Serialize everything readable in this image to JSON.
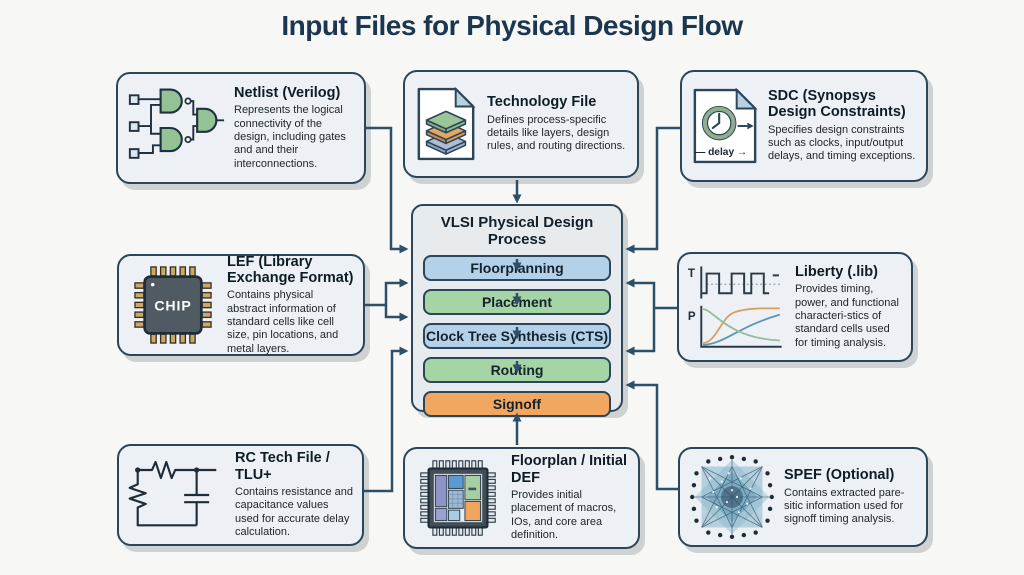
{
  "title": "Input Files for Physical Design Flow",
  "colors": {
    "border": "#2b4559",
    "connector": "#2d4f68",
    "card_bg": "#edf1f5",
    "center_bg": "#e7ebee",
    "step_blue": "#b3d2ea",
    "step_green": "#a5d4a5",
    "step_orange": "#f1a75f",
    "title_color": "#1b3750"
  },
  "center": {
    "title": "VLSI Physical Design Process",
    "steps": [
      {
        "label": "Floorplanning",
        "color": "#b3d2ea"
      },
      {
        "label": "Placement",
        "color": "#a5d4a5"
      },
      {
        "label": "Clock Tree Synthesis (CTS)",
        "color": "#b3d2ea"
      },
      {
        "label": "Routing",
        "color": "#a5d4a5"
      },
      {
        "label": "Signoff",
        "color": "#f1a75f"
      }
    ]
  },
  "cards": [
    {
      "id": "netlist",
      "icon": "logic-gates-icon",
      "title": "Netlist (Verilog)",
      "desc": "Represents the logical connectivity of the design, including gates and and their interconnections."
    },
    {
      "id": "techfile",
      "icon": "layer-stack-document-icon",
      "title": "Technology File",
      "desc": "Defines process-specific details like layers, design rules, and routing directions."
    },
    {
      "id": "sdc",
      "icon": "clock-delay-document-icon",
      "title": "SDC (Synopsys Design Constraints)",
      "desc": "Specifies design constraints such as clocks, input/output delays, and timing exceptions.",
      "icon_label": "— delay →"
    },
    {
      "id": "lef",
      "icon": "chip-icon",
      "title": "LEF (Library Exchange Format)",
      "desc": "Contains physical abstract information of standard cells like cell size, pin locations, and metal layers.",
      "icon_label": "CHIP"
    },
    {
      "id": "liberty",
      "icon": "timing-power-waveform-icon",
      "title": "Liberty (.lib)",
      "desc": "Provides timing, power, and functional characteri-stics of standard cells used for timing analysis.",
      "icon_label_t": "T",
      "icon_label_p": "P"
    },
    {
      "id": "rc",
      "icon": "rc-circuit-icon",
      "title": "RC Tech File / TLU+",
      "desc": "Contains resistance and capacitance values used for accurate delay calculation."
    },
    {
      "id": "floorplan",
      "icon": "floorplan-chip-icon",
      "title": "Floorplan / Initial DEF",
      "desc": "Provides initial placement of macros, IOs, and core area definition."
    },
    {
      "id": "spef",
      "icon": "parasitic-mesh-icon",
      "title": "SPEF (Optional)",
      "desc": "Contains extracted pare-sitic information used for signoff timing analysis."
    }
  ],
  "connections": [
    {
      "from": "Netlist (Verilog)",
      "to": "Floorplanning"
    },
    {
      "from": "Technology File",
      "to": "VLSI Physical Design Process"
    },
    {
      "from": "SDC (Synopsys Design Constraints)",
      "to": "Floorplanning"
    },
    {
      "from": "LEF (Library Exchange Format)",
      "to": "Placement"
    },
    {
      "from": "LEF (Library Exchange Format)",
      "to": "Clock Tree Synthesis (CTS)"
    },
    {
      "from": "Liberty (.lib)",
      "to": "Placement"
    },
    {
      "from": "Liberty (.lib)",
      "to": "Routing"
    },
    {
      "from": "RC Tech File / TLU+",
      "to": "Routing"
    },
    {
      "from": "Floorplan / Initial DEF",
      "to": "VLSI Physical Design Process"
    },
    {
      "from": "SPEF (Optional)",
      "to": "Signoff"
    }
  ]
}
